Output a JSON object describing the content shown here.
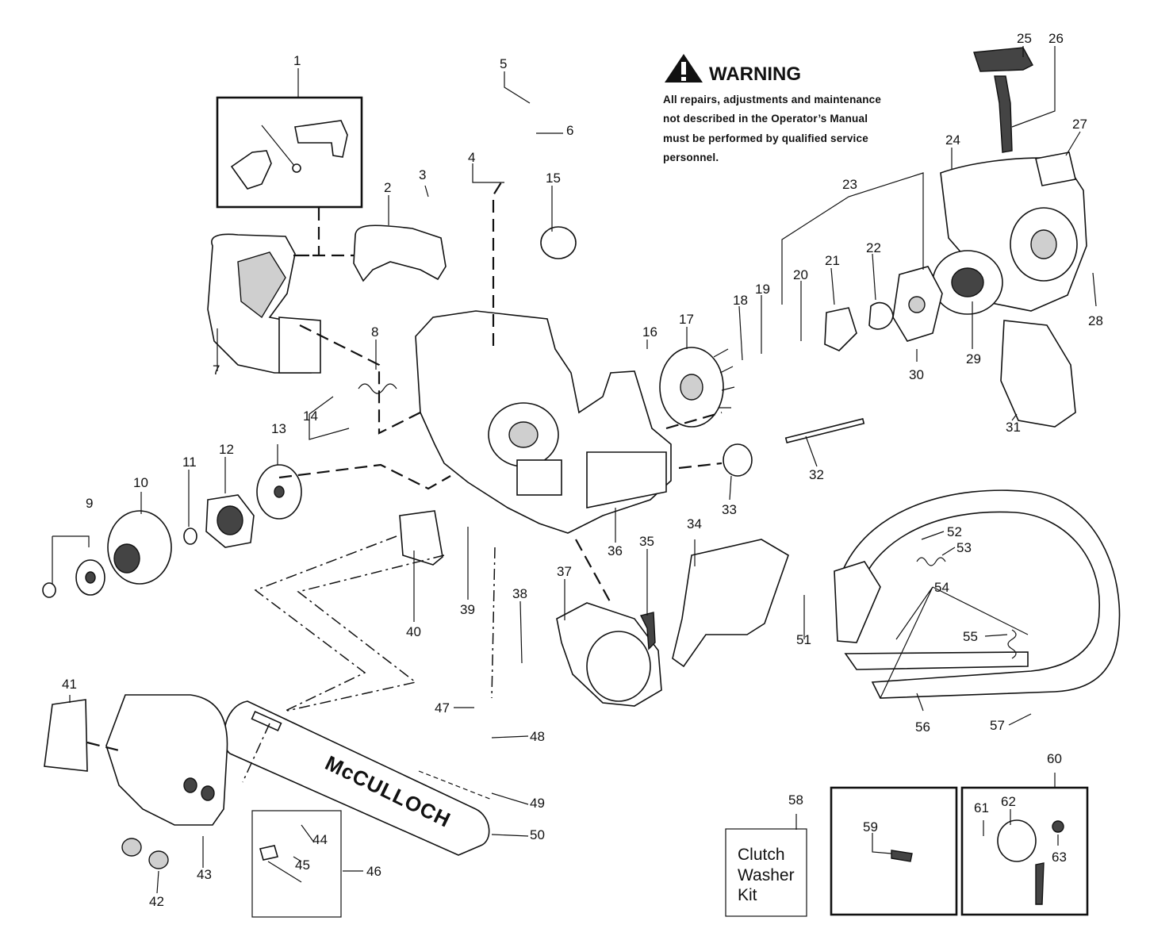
{
  "warning": {
    "title": "WARNING",
    "lines": [
      "All repairs, adjustments and maintenance",
      "not described in the Operator’s Manual",
      "must be performed by qualified  service",
      "personnel."
    ]
  },
  "kit_label": {
    "lines": [
      "Clutch",
      "Washer",
      "Kit"
    ]
  },
  "brand_on_bar": "McCULLOCH",
  "callouts": [
    "1",
    "2",
    "3",
    "4",
    "5",
    "6",
    "7",
    "8",
    "9",
    "10",
    "11",
    "12",
    "13",
    "14",
    "15",
    "16",
    "17",
    "18",
    "19",
    "20",
    "21",
    "22",
    "23",
    "24",
    "25",
    "26",
    "27",
    "28",
    "29",
    "30",
    "31",
    "32",
    "33",
    "34",
    "35",
    "36",
    "37",
    "38",
    "39",
    "40",
    "41",
    "42",
    "43",
    "44",
    "45",
    "46",
    "47",
    "48",
    "49",
    "50",
    "51",
    "52",
    "53",
    "54",
    "55",
    "56",
    "57",
    "58",
    "59",
    "60",
    "61",
    "62",
    "63"
  ]
}
